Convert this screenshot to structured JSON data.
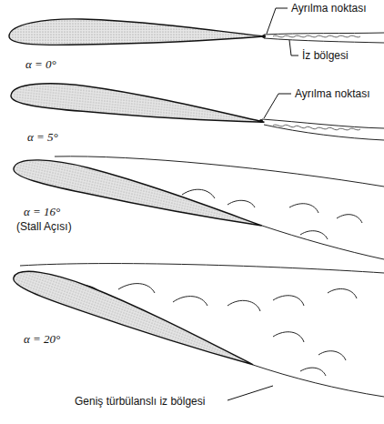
{
  "diagram": {
    "labels": [
      "Ayrılma noktası",
      "İz bölgesi",
      "α = 0°",
      "Ayrılma noktası",
      "α = 5°",
      "α = 16°",
      "(Stall Açısı)",
      "α = 20°",
      "Geniş türbülanslı iz bölgesi"
    ]
  }
}
